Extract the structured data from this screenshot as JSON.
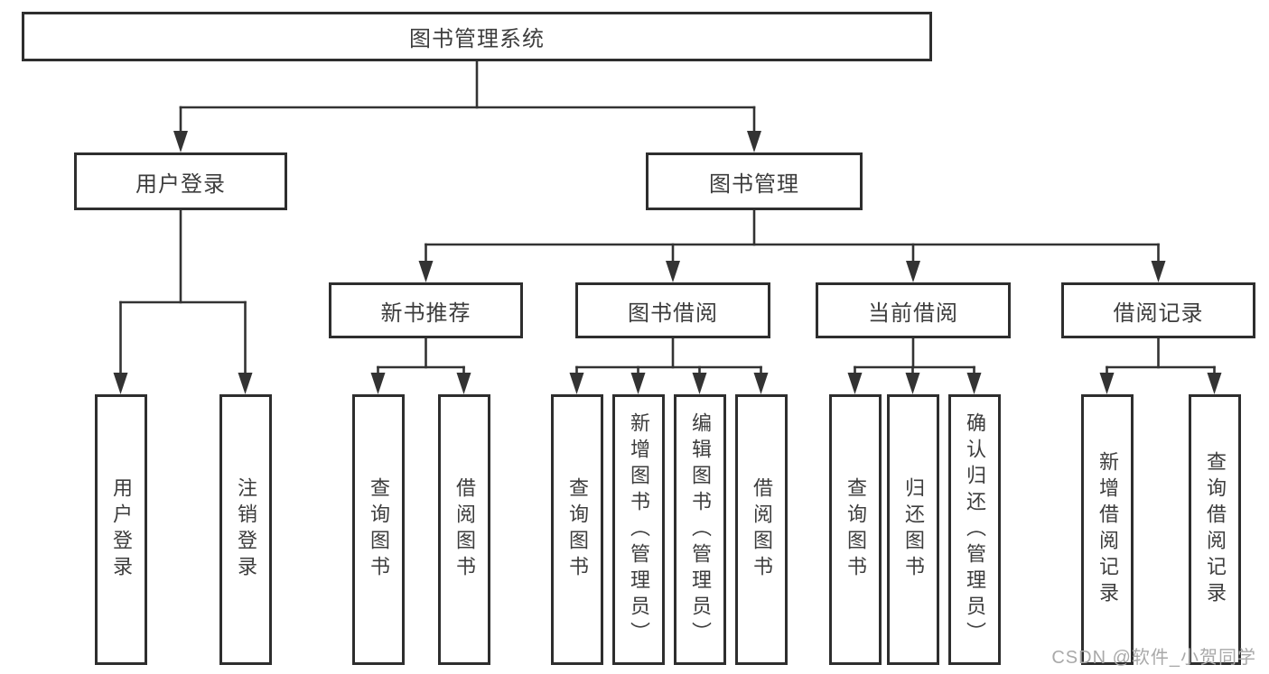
{
  "diagram_title": "图书管理系统",
  "tree": {
    "root": {
      "label": "图书管理系统"
    },
    "children": [
      {
        "label": "用户登录",
        "children": [
          {
            "label": "用户登录"
          },
          {
            "label": "注销登录"
          }
        ]
      },
      {
        "label": "图书管理",
        "children": [
          {
            "label": "新书推荐",
            "children": [
              {
                "label": "查询图书"
              },
              {
                "label": "借阅图书"
              }
            ]
          },
          {
            "label": "图书借阅",
            "children": [
              {
                "label": "查询图书"
              },
              {
                "label": "新增图书（管理员）"
              },
              {
                "label": "编辑图书（管理员）"
              },
              {
                "label": "借阅图书"
              }
            ]
          },
          {
            "label": "当前借阅",
            "children": [
              {
                "label": "查询图书"
              },
              {
                "label": "归还图书"
              },
              {
                "label": "确认归还（管理员）"
              }
            ]
          },
          {
            "label": "借阅记录",
            "children": [
              {
                "label": "新增借阅记录"
              },
              {
                "label": "查询借阅记录"
              }
            ]
          }
        ]
      }
    ]
  },
  "watermark": "CSDN @软件_小贺同学",
  "colors": {
    "line": "#333333",
    "box_border": "#2e2e2e",
    "text": "#3d3d3d",
    "watermark": "#a9a9a9",
    "background": "#ffffff"
  }
}
